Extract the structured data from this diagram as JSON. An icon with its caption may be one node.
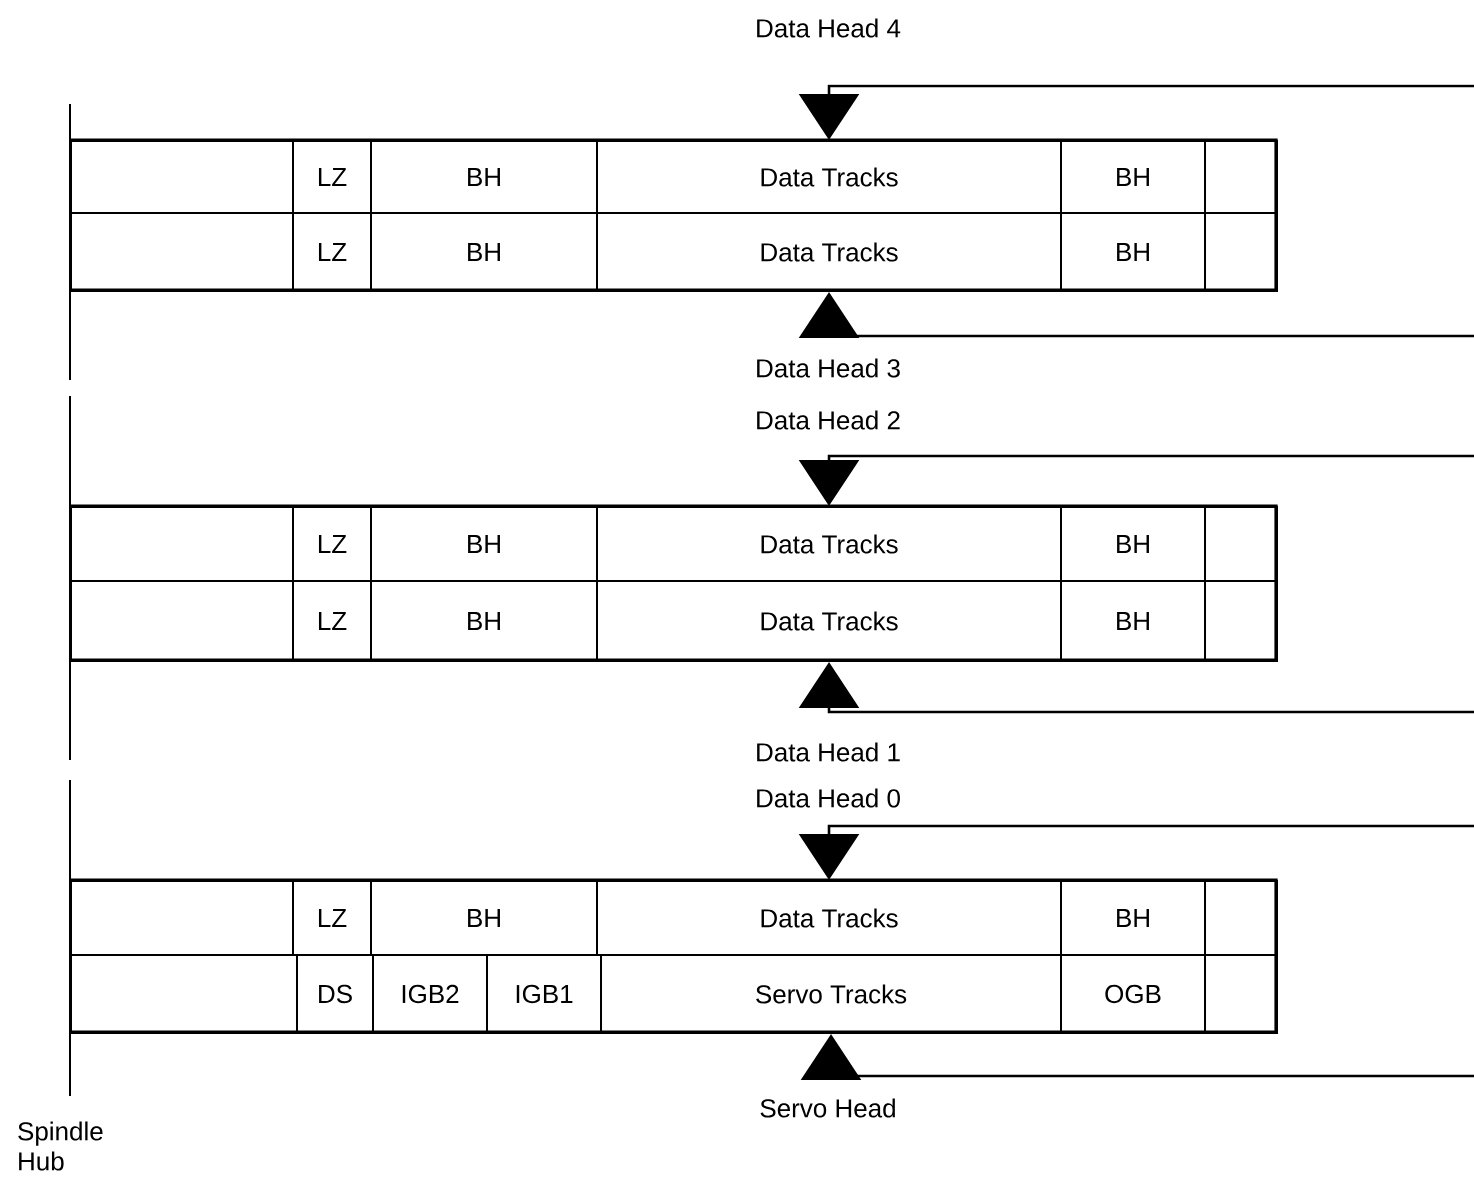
{
  "diagram": {
    "nodes": [
      {
        "text": [],
        "shape": "box"
      },
      {
        "text": [
          "LZ"
        ]
      },
      {
        "text": [
          "BH"
        ]
      },
      {
        "text": [
          "Data Tracks"
        ]
      },
      {
        "text": [
          "BH"
        ]
      },
      {
        "text": [],
        "shape": "box"
      },
      {
        "text": [],
        "shape": "box"
      },
      {
        "text": [
          "LZ"
        ]
      },
      {
        "text": [
          "BH"
        ]
      },
      {
        "text": [
          "Data Tracks"
        ]
      },
      {
        "text": [
          "BH"
        ]
      },
      {
        "text": [],
        "shape": "box"
      },
      {
        "text": [],
        "shape": "box"
      },
      {
        "text": [
          "LZ"
        ]
      },
      {
        "text": [
          "BH"
        ]
      },
      {
        "text": [
          "Data Tracks"
        ]
      },
      {
        "text": [
          "BH"
        ]
      },
      {
        "text": [],
        "shape": "box"
      },
      {
        "text": [],
        "shape": "box"
      },
      {
        "text": [
          "LZ"
        ]
      },
      {
        "text": [
          "BH"
        ]
      },
      {
        "text": [
          "Data Tracks"
        ]
      },
      {
        "text": [
          "BH"
        ]
      },
      {
        "text": [],
        "shape": "box"
      },
      {
        "text": [],
        "shape": "box"
      },
      {
        "text": [
          "LZ"
        ]
      },
      {
        "text": [
          "BH"
        ]
      },
      {
        "text": [
          "Data Tracks"
        ]
      },
      {
        "text": [
          "BH"
        ]
      },
      {
        "text": [],
        "shape": "box"
      },
      {
        "text": [],
        "shape": "box"
      },
      {
        "text": [
          "DS"
        ]
      },
      {
        "text": [
          "IGB2"
        ]
      },
      {
        "text": [
          "IGB1"
        ]
      },
      {
        "text": [
          "Servo Tracks"
        ]
      },
      {
        "text": [
          "OGB"
        ]
      },
      {
        "text": [],
        "shape": "box"
      }
    ],
    "edges": [
      {
        "from": null,
        "to": 3,
        "arrow": "to"
      },
      {
        "from": null,
        "to": 9,
        "arrow": "to"
      },
      {
        "from": null,
        "to": 15,
        "arrow": "to"
      },
      {
        "from": null,
        "to": 21,
        "arrow": "to"
      },
      {
        "from": null,
        "to": 27,
        "arrow": "to"
      },
      {
        "from": null,
        "to": 34,
        "arrow": "to"
      }
    ],
    "labels": [
      "Data Head 4",
      "Data Head 3",
      "Data Head 2",
      "Data Head 1",
      "Data Head 0",
      "Servo Head",
      "Spindle Hub"
    ]
  }
}
